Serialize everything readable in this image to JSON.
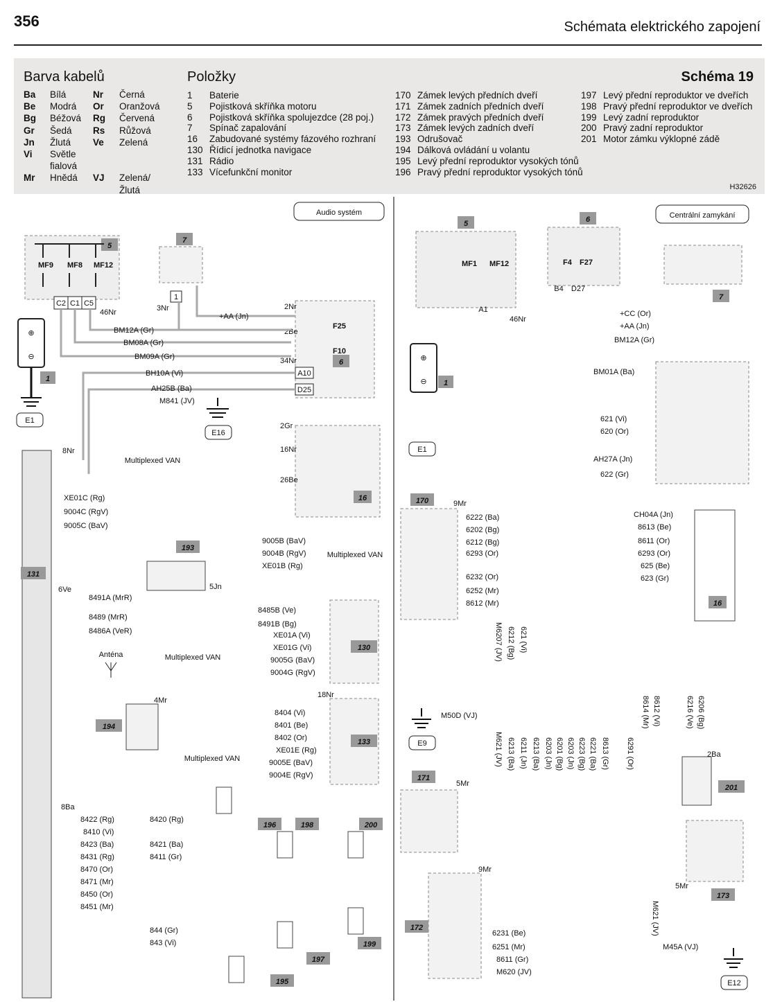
{
  "header": {
    "page_number": "356",
    "page_title": "Schémata elektrického zapojení"
  },
  "legend": {
    "colors_heading": "Barva kabelů",
    "items_heading": "Položky",
    "schema_title": "Schéma 19",
    "ref_code": "H32626",
    "colors": [
      {
        "code": "Ba",
        "name": "Bílá",
        "code2": "Nr",
        "name2": "Černá"
      },
      {
        "code": "Be",
        "name": "Modrá",
        "code2": "Or",
        "name2": "Oranžová"
      },
      {
        "code": "Bg",
        "name": "Béžová",
        "code2": "Rg",
        "name2": "Červená"
      },
      {
        "code": "Gr",
        "name": "Šedá",
        "code2": "Rs",
        "name2": "Růžová"
      },
      {
        "code": "Jn",
        "name": "Žlutá",
        "code2": "Ve",
        "name2": "Zelená"
      },
      {
        "code": "Vi",
        "name": "Světle fialová",
        "code2": "",
        "name2": ""
      },
      {
        "code": "Mr",
        "name": "Hnědá",
        "code2": "VJ",
        "name2": "Zelená/Žlutá"
      }
    ],
    "items_col1": [
      {
        "num": "1",
        "text": "Baterie"
      },
      {
        "num": "5",
        "text": "Pojistková skříňka motoru"
      },
      {
        "num": "6",
        "text": "Pojistková skříňka spolujezdce (28 poj.)"
      },
      {
        "num": "7",
        "text": "Spínač zapalování"
      },
      {
        "num": "16",
        "text": "Zabudované systémy fázového rozhraní"
      },
      {
        "num": "130",
        "text": "Řídicí jednotka navigace"
      },
      {
        "num": "131",
        "text": "Rádio"
      },
      {
        "num": "133",
        "text": "Vícefunkční monitor"
      }
    ],
    "items_col2": [
      {
        "num": "170",
        "text": "Zámek levých předních dveří"
      },
      {
        "num": "171",
        "text": "Zámek zadních předních dveří"
      },
      {
        "num": "172",
        "text": "Zámek pravých předních dveří"
      },
      {
        "num": "173",
        "text": "Zámek levých zadních dveří"
      },
      {
        "num": "193",
        "text": "Odrušovač"
      },
      {
        "num": "194",
        "text": "Dálková ovládání u volantu"
      },
      {
        "num": "195",
        "text": "Levý přední reproduktor vysokých tónů"
      },
      {
        "num": "196",
        "text": "Pravý přední reproduktor vysokých tónů"
      }
    ],
    "items_col3": [
      {
        "num": "197",
        "text": "Levý přední reproduktor ve dveřích"
      },
      {
        "num": "198",
        "text": "Pravý přední reproduktor ve dveřích"
      },
      {
        "num": "199",
        "text": "Levý zadní reproduktor"
      },
      {
        "num": "200",
        "text": "Pravý zadní reproduktor"
      },
      {
        "num": "201",
        "text": "Motor zámku výklopné zádě"
      }
    ]
  },
  "diagram": {
    "left_title": "Audio systém",
    "right_title": "Centrální zamykání",
    "components": {
      "c1": "1",
      "c5": "5",
      "c6": "6",
      "c7": "7",
      "c16": "16",
      "c131": "131",
      "c193": "193",
      "c130": "130",
      "c194": "194",
      "c133": "133",
      "c196": "196",
      "c198": "198",
      "c200": "200",
      "c199": "199",
      "c197": "197",
      "c195": "195",
      "c170": "170",
      "c171": "171",
      "c172": "172",
      "c173": "173",
      "c201": "201"
    },
    "grounds": {
      "e1": "E1",
      "e16": "E16",
      "e9": "E9",
      "e12": "E12"
    },
    "fuses": {
      "mf9": "MF9",
      "mf8": "MF8",
      "mf12": "MF12",
      "mf1": "MF1",
      "mf12b": "MF12",
      "f25": "F25",
      "f10": "F10",
      "f4": "F4",
      "f27": "F27"
    },
    "text": {
      "multiplexed_van": "Multiplexed VAN",
      "antenna": "Anténa"
    },
    "wires_left": [
      "BM12A (Gr)",
      "BM08A (Gr)",
      "BM09A (Gr)",
      "BH10A (Vi)",
      "AH25B (Ba)",
      "M841 (JV)",
      "+AA (Jn)",
      "XE01C (Rg)",
      "9004C (RgV)",
      "9005C (BaV)",
      "9005B (BaV)",
      "9004B (RgV)",
      "XE01B (Rg)",
      "8491A (MrR)",
      "8489 (MrR)",
      "8486A (VeR)",
      "8485B (Ve)",
      "8491B (Bg)",
      "XE01A (Vi)",
      "XE01G (Vi)",
      "9005G (BaV)",
      "9004G (RgV)",
      "8404 (Vi)",
      "8401 (Be)",
      "8402 (Or)",
      "XE01E (Rg)",
      "9005E (BaV)",
      "9004E (RgV)",
      "8422 (Rg)",
      "8420 (Rg)",
      "8410 (Vi)",
      "8423 (Ba)",
      "8421 (Ba)",
      "8431 (Rg)",
      "8411 (Gr)",
      "8470 (Or)",
      "8471 (Mr)",
      "8450 (Or)",
      "8451 (Mr)",
      "844 (Gr)",
      "843 (Vi)"
    ],
    "wires_right": [
      "+CC (Or)",
      "+AA (Jn)",
      "BM12A (Gr)",
      "BM01A (Ba)",
      "621 (Vi)",
      "620 (Or)",
      "AH27A (Jn)",
      "622 (Gr)",
      "CH04A (Jn)",
      "6222 (Ba)",
      "6202 (Bg)",
      "6212 (Bg)",
      "6293 (Or)",
      "6232 (Or)",
      "6252 (Mr)",
      "8612 (Mr)",
      "8613 (Be)",
      "8611 (Or)",
      "625 (Be)",
      "623 (Gr)",
      "M50D (VJ)",
      "M6207 (JV)",
      "6212 (Bg)",
      "621 (Vi)",
      "M621 (JV)",
      "6213 (Ba)",
      "6211 (Jn)",
      "6203 (Jn)",
      "6201 (Bg)",
      "6223 (Bg)",
      "6221 (Ba)",
      "8613 (Gr)",
      "6291 (Or)",
      "8614 (Mr)",
      "8612 (Vi)",
      "6216 (Ve)",
      "6206 (Bg)",
      "6231 (Be)",
      "6251 (Mr)",
      "8611 (Gr)",
      "M620 (JV)",
      "M45A (VJ)"
    ],
    "labels": {
      "n46Nr": "46Nr",
      "n3Nr": "3Nr",
      "n2Nr": "2Nr",
      "n2Be": "2Be",
      "n34Nr": "34Nr",
      "n8Nr": "8Nr",
      "n2Gr": "2Gr",
      "n16Nr": "16Nr",
      "n26Be": "26Be",
      "n6Ve": "6Ve",
      "n5Jn": "5Jn",
      "n4Mr": "4Mr",
      "n18Nr": "18Nr",
      "n8Ba": "8Ba",
      "n9Mr": "9Mr",
      "n5Mr": "5Mr",
      "n2Ba": "2Ba",
      "a10": "A10",
      "d25": "D25",
      "c2": "C2",
      "c1": "C1",
      "c5": "C5",
      "a1": "A1",
      "b4": "B4",
      "d27": "D27"
    }
  }
}
